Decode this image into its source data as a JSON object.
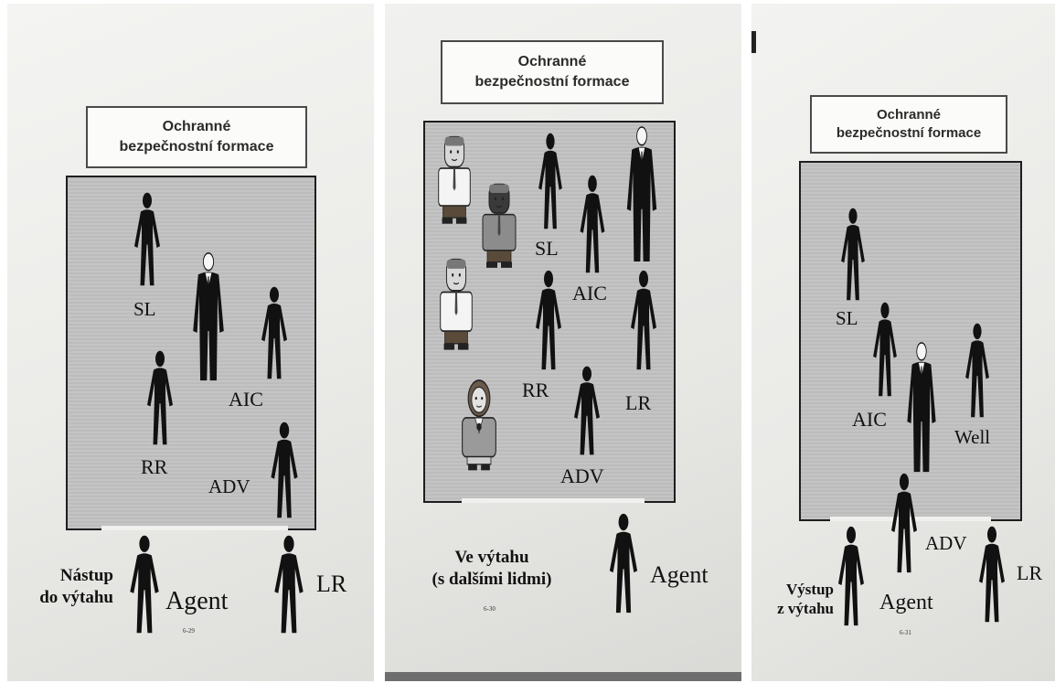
{
  "pages": [
    {
      "title_line1": "Ochranné",
      "title_line2": "bezpečnostní formace",
      "labels": {
        "sl": "SL",
        "aic": "AIC",
        "rr": "RR",
        "adv": "ADV",
        "lr": "LR",
        "agent": "Agent"
      },
      "caption_line1": "Nástup",
      "caption_line2": "do výtahu",
      "page_number": "6-29"
    },
    {
      "title_line1": "Ochranné",
      "title_line2": "bezpečnostní formace",
      "labels": {
        "sl": "SL",
        "aic": "AIC",
        "rr": "RR",
        "lr": "LR",
        "adv": "ADV",
        "agent": "Agent"
      },
      "caption_line1": "Ve výtahu",
      "caption_line2": "(s dalšími lidmi)",
      "page_number": "6-30"
    },
    {
      "title_line1": "Ochranné",
      "title_line2": "bezpečnostní formace",
      "labels": {
        "sl": "SL",
        "aic": "AIC",
        "well": "Well",
        "adv": "ADV",
        "lr": "LR",
        "agent": "Agent"
      },
      "caption_line1": "Výstup",
      "caption_line2": "z výtahu",
      "page_number": "6-31"
    }
  ],
  "colors": {
    "figure": "#111111",
    "scene": "#c2c2c2",
    "paper": "#efefec"
  }
}
